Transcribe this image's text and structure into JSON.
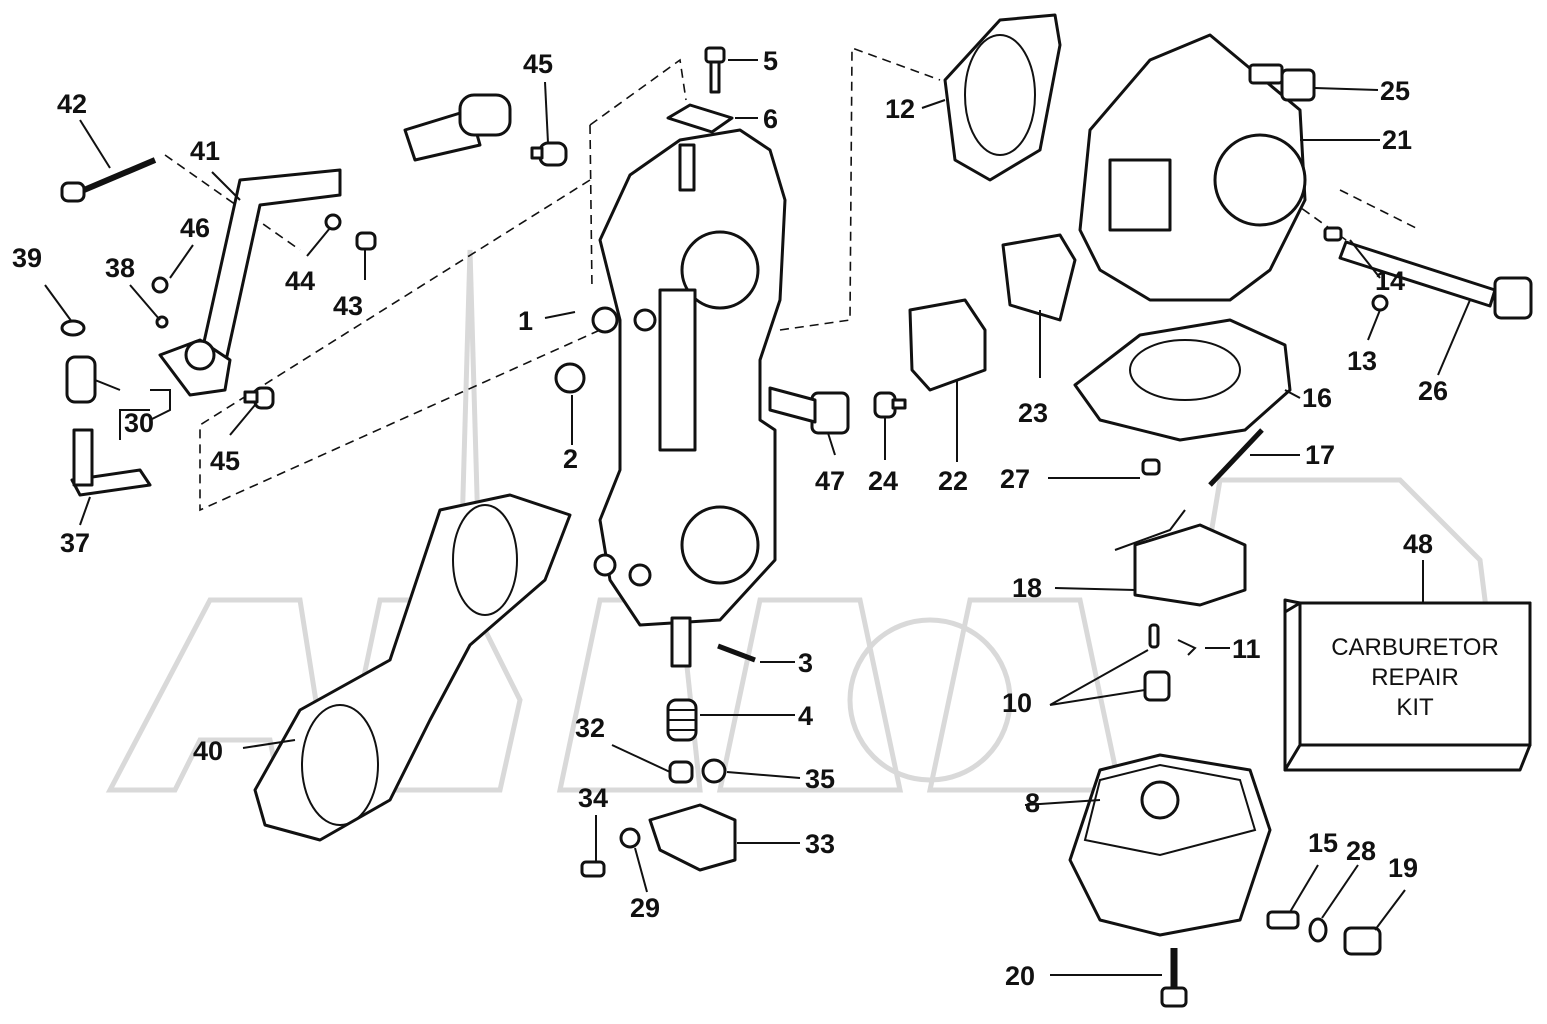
{
  "kit_box": {
    "line1": "CARBURETOR",
    "line2": "REPAIR",
    "line3": "KIT"
  },
  "callouts": [
    {
      "id": "c1",
      "text": "1"
    },
    {
      "id": "c2",
      "text": "2"
    },
    {
      "id": "c3",
      "text": "3"
    },
    {
      "id": "c4",
      "text": "4"
    },
    {
      "id": "c5",
      "text": "5"
    },
    {
      "id": "c6",
      "text": "6"
    },
    {
      "id": "c8",
      "text": "8"
    },
    {
      "id": "c10",
      "text": "10"
    },
    {
      "id": "c11",
      "text": "11"
    },
    {
      "id": "c12",
      "text": "12"
    },
    {
      "id": "c13",
      "text": "13"
    },
    {
      "id": "c14",
      "text": "14"
    },
    {
      "id": "c15",
      "text": "15"
    },
    {
      "id": "c16",
      "text": "16"
    },
    {
      "id": "c17",
      "text": "17"
    },
    {
      "id": "c18",
      "text": "18"
    },
    {
      "id": "c19",
      "text": "19"
    },
    {
      "id": "c20",
      "text": "20"
    },
    {
      "id": "c21",
      "text": "21"
    },
    {
      "id": "c22",
      "text": "22"
    },
    {
      "id": "c23",
      "text": "23"
    },
    {
      "id": "c24",
      "text": "24"
    },
    {
      "id": "c25",
      "text": "25"
    },
    {
      "id": "c26",
      "text": "26"
    },
    {
      "id": "c27",
      "text": "27"
    },
    {
      "id": "c28",
      "text": "28"
    },
    {
      "id": "c29",
      "text": "29"
    },
    {
      "id": "c30",
      "text": "30"
    },
    {
      "id": "c32",
      "text": "32"
    },
    {
      "id": "c33",
      "text": "33"
    },
    {
      "id": "c34",
      "text": "34"
    },
    {
      "id": "c35",
      "text": "35"
    },
    {
      "id": "c37",
      "text": "37"
    },
    {
      "id": "c38",
      "text": "38"
    },
    {
      "id": "c39",
      "text": "39"
    },
    {
      "id": "c40",
      "text": "40"
    },
    {
      "id": "c41",
      "text": "41"
    },
    {
      "id": "c42",
      "text": "42"
    },
    {
      "id": "c43",
      "text": "43"
    },
    {
      "id": "c44",
      "text": "44"
    },
    {
      "id": "c45a",
      "text": "45"
    },
    {
      "id": "c45b",
      "text": "45"
    },
    {
      "id": "c46",
      "text": "46"
    },
    {
      "id": "c47",
      "text": "47"
    },
    {
      "id": "c48",
      "text": "48"
    }
  ]
}
